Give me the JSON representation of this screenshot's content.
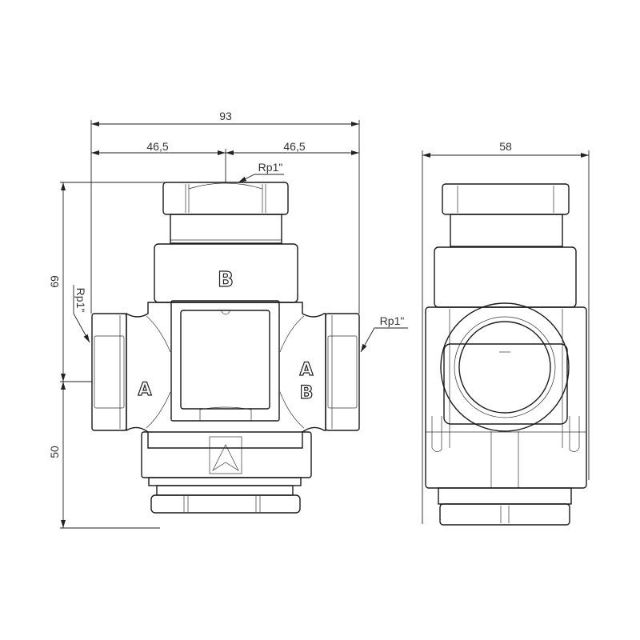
{
  "front_view": {
    "dimensions": {
      "overall_width": "93",
      "half_width_left": "46,5",
      "half_width_right": "46,5",
      "upper_height": "69",
      "lower_height": "50"
    },
    "thread_labels": {
      "top": "Rp1\"",
      "left": "Rp1\"",
      "right": "Rp1\""
    },
    "port_markings": {
      "top": "B",
      "left": "A",
      "right_a": "A",
      "right_b": "B"
    }
  },
  "side_view": {
    "dimensions": {
      "depth": "58"
    }
  },
  "colors": {
    "line": "#1a1a1a",
    "background": "#ffffff"
  }
}
